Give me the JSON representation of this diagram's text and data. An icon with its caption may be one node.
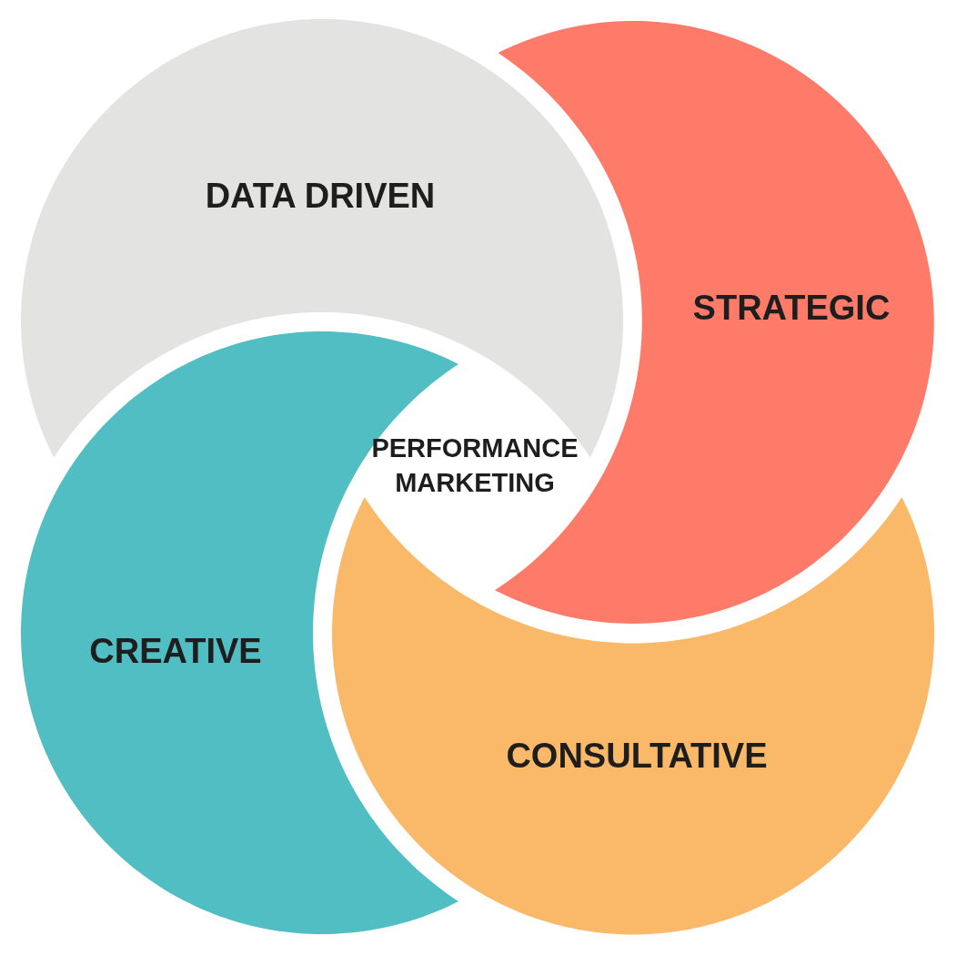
{
  "diagram": {
    "nodes": [
      {
        "text": [
          "DATA DRIVEN"
        ]
      },
      {
        "text": [
          "STRATEGIC"
        ]
      },
      {
        "text": [
          "CREATIVE"
        ]
      },
      {
        "text": [
          "CONSULTATIVE"
        ]
      }
    ],
    "labels": [
      "PERFORMANCE MARKETING"
    ]
  }
}
